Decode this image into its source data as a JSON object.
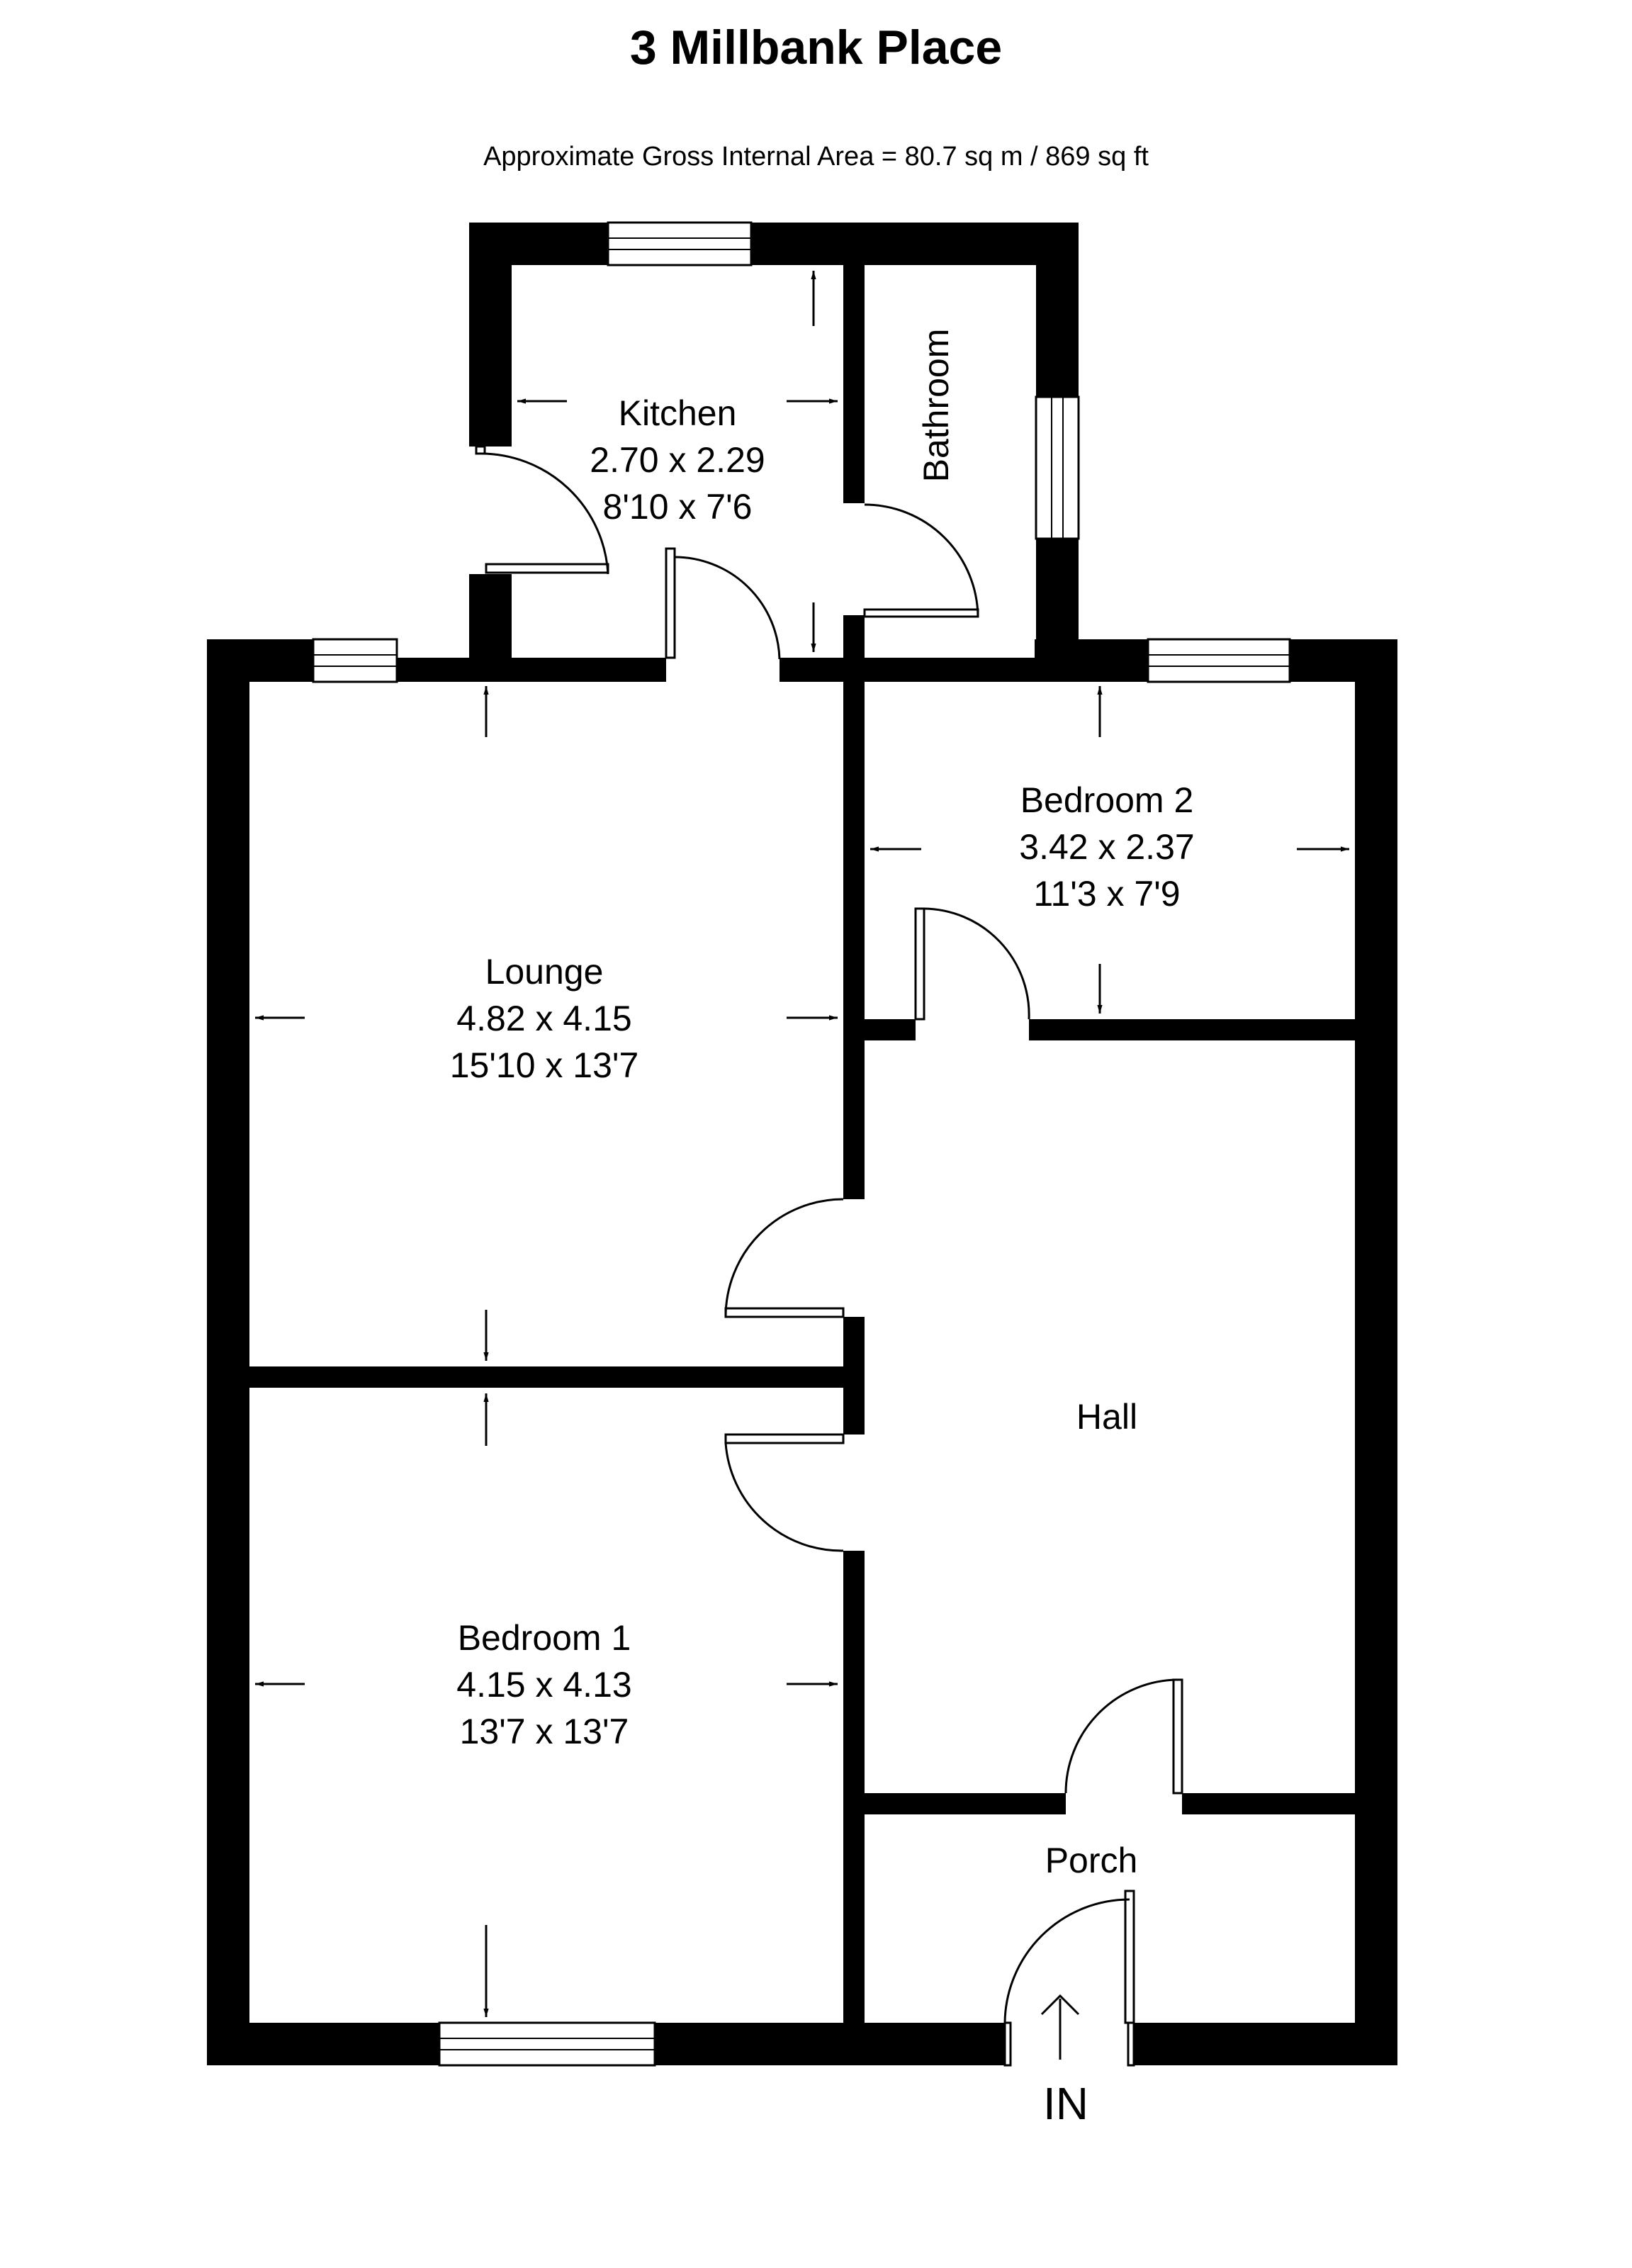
{
  "title": "3 Millbank Place",
  "subtitle": "Approximate Gross Internal Area = 80.7 sq m / 869 sq ft",
  "entrance_label": "IN",
  "rooms": {
    "kitchen": {
      "name": "Kitchen",
      "metric": "2.70 x 2.29",
      "imperial": "8'10 x 7'6"
    },
    "bathroom": {
      "name": "Bathroom"
    },
    "lounge": {
      "name": "Lounge",
      "metric": "4.82 x 4.15",
      "imperial": "15'10 x 13'7"
    },
    "bedroom2": {
      "name": "Bedroom 2",
      "metric": "3.42 x 2.37",
      "imperial": "11'3 x 7'9"
    },
    "hall": {
      "name": "Hall"
    },
    "bedroom1": {
      "name": "Bedroom 1",
      "metric": "4.15 x 4.13",
      "imperial": "13'7 x 13'7"
    },
    "porch": {
      "name": "Porch"
    }
  }
}
